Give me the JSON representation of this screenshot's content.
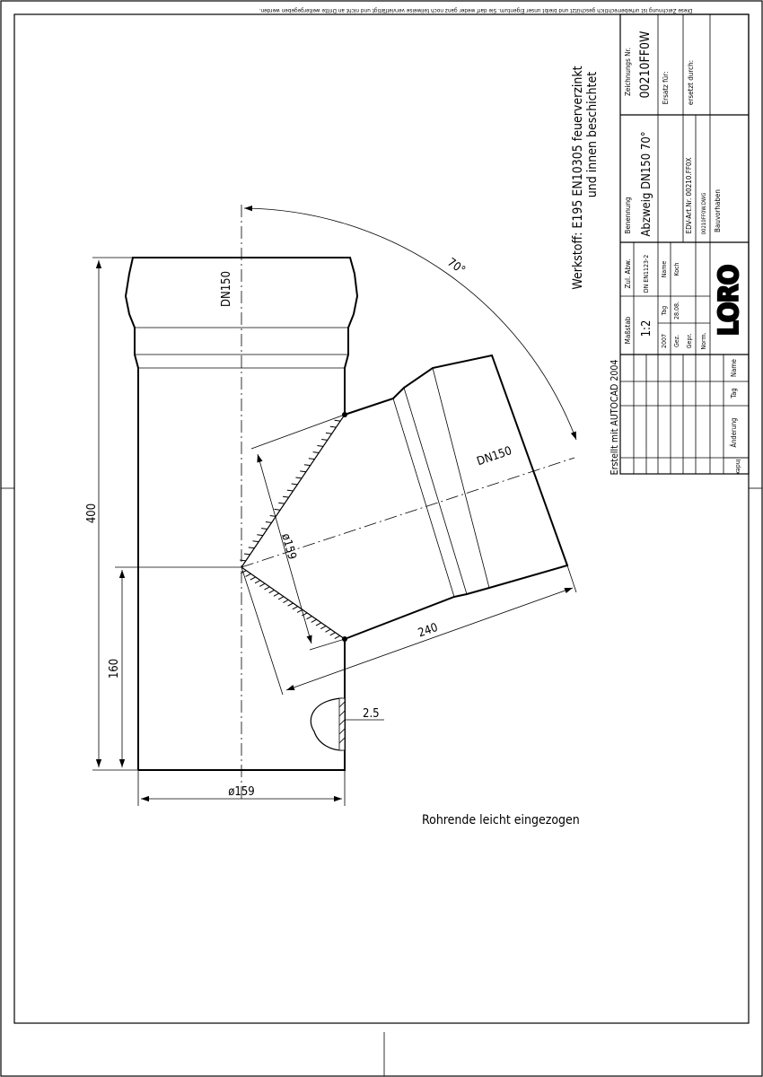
{
  "notice": "Diese Zeichnung ist urheberrechtlich geschützt und bleibt unser Eigentum. Sie darf weder ganz noch teilweise vervielfältigt und nicht an Dritte weitergegeben werden.",
  "material": {
    "line1": "Werkstoff: E195 EN10305 feuerverzinkt",
    "line2": "und innen beschichtet"
  },
  "created_with": "Erstellt mit AUTOCAD 2004",
  "title_block": {
    "drawing_no_label": "Zeichnungs Nr.",
    "drawing_no": "00210FF0W",
    "replacement_for_label": "Ersatz für:",
    "replaced_by_label": "ersetzt durch:",
    "designation_label": "Benennung",
    "designation": "Abzweig DN150 70°",
    "edv_art_nr": "EDV-Art.Nr. 00210.FF0X",
    "file_name": "00210FF0W.DWG",
    "project_label": "Bauvorhaben",
    "scale_label": "Maßstab",
    "scale": "1:2",
    "tolerance_label": "Zul. Abw.",
    "tolerance": "DN EN1123-2",
    "year": "2007",
    "day_label": "Tag",
    "name_label": "Name",
    "drawn_label": "Gez.",
    "drawn_date": "28.08.",
    "drawn_name": "Koch",
    "checked_label": "Gepr.",
    "norm_label": "Norm.",
    "revision_headers": {
      "index": "Index",
      "change": "Änderung",
      "day": "Tag",
      "name": "Name"
    },
    "logo": "LORO"
  },
  "dimensions": {
    "angle": "70°",
    "branch_dn": "DN150",
    "main_dn": "DN150",
    "branch_diameter": "ø159",
    "branch_length": "240",
    "main_length": "400",
    "branch_height": "160",
    "main_diameter": "ø159",
    "wall_thickness": "2.5"
  },
  "note": "Rohrende leicht eingezogen"
}
